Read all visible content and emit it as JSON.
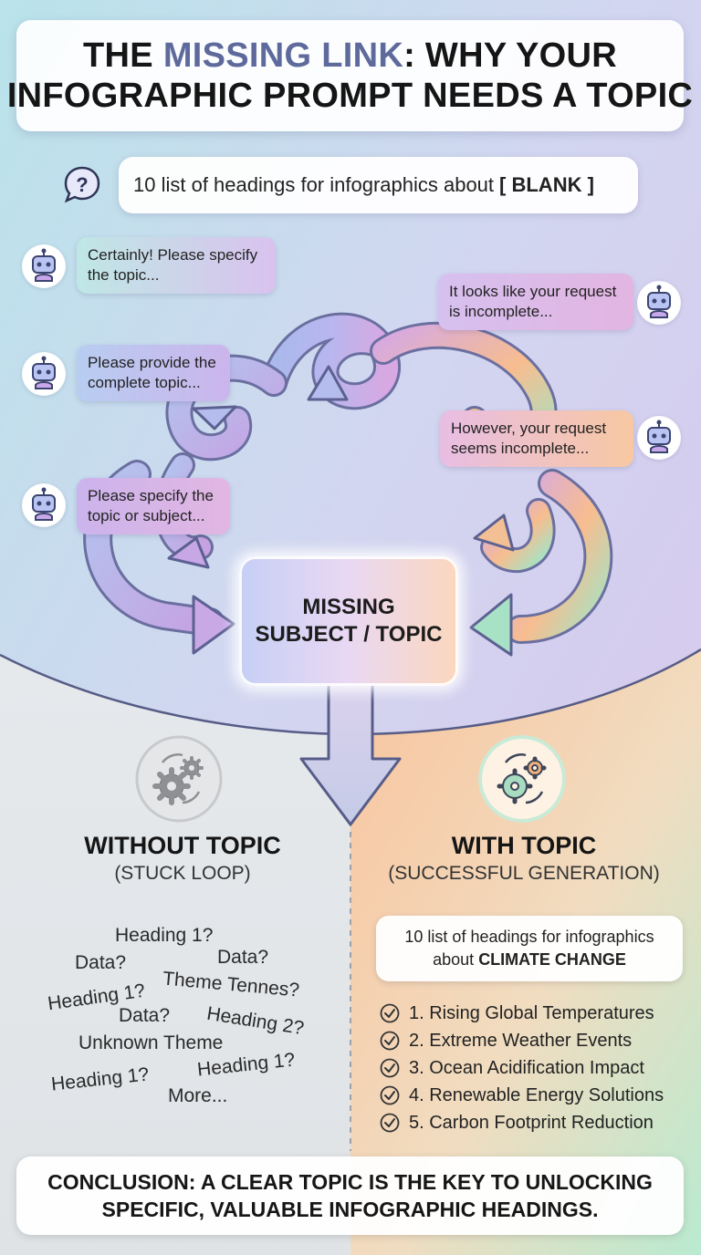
{
  "title": {
    "line1_prefix": "THE ",
    "line1_accent": "MISSING LINK",
    "line1_suffix": ": WHY YOUR",
    "line2": "INFOGRAPHIC PROMPT NEEDS A TOPIC"
  },
  "prompt": {
    "text": "10 list of headings for infographics about",
    "blank": "[ BLANK ]"
  },
  "bot_replies": {
    "left": [
      {
        "line1": "Certainly! Please specify",
        "line2": "the topic..."
      },
      {
        "line1": "Please provide the",
        "line2": "complete topic..."
      },
      {
        "line1": "Please specify the",
        "line2": "topic or subject..."
      }
    ],
    "right": [
      {
        "line1": "It looks like your request",
        "line2": "is incomplete..."
      },
      {
        "line1": "However, your request",
        "line2": "seems incomplete..."
      }
    ]
  },
  "center": {
    "line1": "MISSING",
    "line2": "SUBJECT / TOPIC"
  },
  "without_topic": {
    "title": "WITHOUT TOPIC",
    "subtitle": "(STUCK LOOP)",
    "scatter": [
      "Heading 1?",
      "Data?",
      "Data?",
      "Heading 1?",
      "Theme Tennes?",
      "Data?",
      "Heading 2?",
      "Unknown Theme",
      "Heading 1?",
      "Heading 1?",
      "More..."
    ]
  },
  "with_topic": {
    "title": "WITH TOPIC",
    "subtitle": "(SUCCESSFUL GENERATION)",
    "prompt_line1": "10 list of headings for infographics",
    "prompt_line2_prefix": "about",
    "prompt_topic": "CLIMATE CHANGE",
    "headings": [
      "1. Rising Global Temperatures",
      "2. Extreme Weather Events",
      "3. Ocean Acidification Impact",
      "4. Renewable Energy Solutions",
      "5. Carbon Footprint Reduction"
    ]
  },
  "conclusion": {
    "line1": "CONCLUSION: A CLEAR TOPIC IS THE KEY TO UNLOCKING",
    "line2": "SPECIFIC, VALUABLE INFOGRAPHIC HEADINGS."
  },
  "colors": {
    "accent": "#5f6a9c",
    "loop_blue": "#a9b4ea",
    "loop_purple": "#c9a3e0",
    "loop_orange": "#f6bd8f",
    "loop_green": "#a5e2c3",
    "right_panel_orange": "#f8c9a6",
    "right_panel_green": "#c8ecd5"
  },
  "icons": [
    "question-icon",
    "robot-icon",
    "gears-icon",
    "check-circle-icon",
    "down-arrow-icon"
  ]
}
